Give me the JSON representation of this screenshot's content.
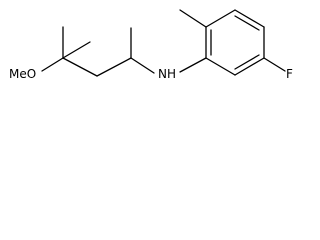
{
  "molecule": {
    "atoms": {
      "nitrogen": "NH",
      "oxygen": "MeO",
      "fluorine": "F"
    }
  }
}
